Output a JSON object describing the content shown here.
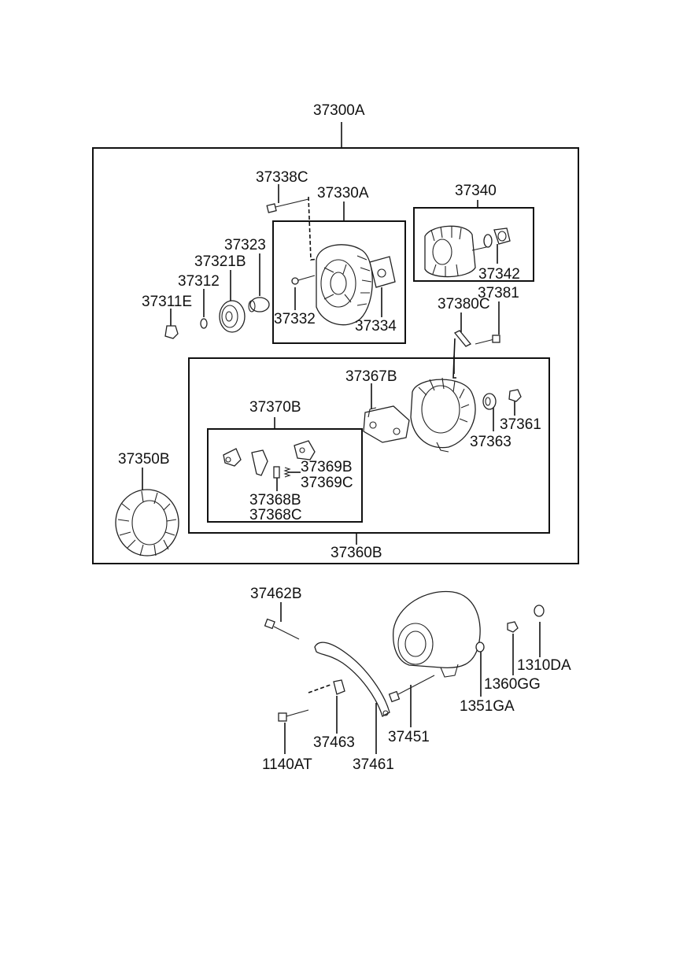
{
  "assembly": {
    "main_part": "37300A",
    "groups": {
      "rear_housing": "37330A",
      "rotor": "37340",
      "front_housing": "37360B",
      "brush_holder": "37370B"
    }
  },
  "parts": {
    "p37338C": "37338C",
    "p37323": "37323",
    "p37321B": "37321B",
    "p37312": "37312",
    "p37311E": "37311E",
    "p37332": "37332",
    "p37334": "37334",
    "p37342": "37342",
    "p37380C": "37380C",
    "p37381": "37381",
    "p37367B": "37367B",
    "p37361": "37361",
    "p37363": "37363",
    "p37350B": "37350B",
    "p37369B": "37369B",
    "p37369C": "37369C",
    "p37368B": "37368B",
    "p37368C": "37368C",
    "p37462B": "37462B",
    "p1310DA": "1310DA",
    "p1360GG": "1360GG",
    "p1351GA": "1351GA",
    "p37451": "37451",
    "p37463": "37463",
    "p1140AT": "1140AT",
    "p37461": "37461"
  }
}
